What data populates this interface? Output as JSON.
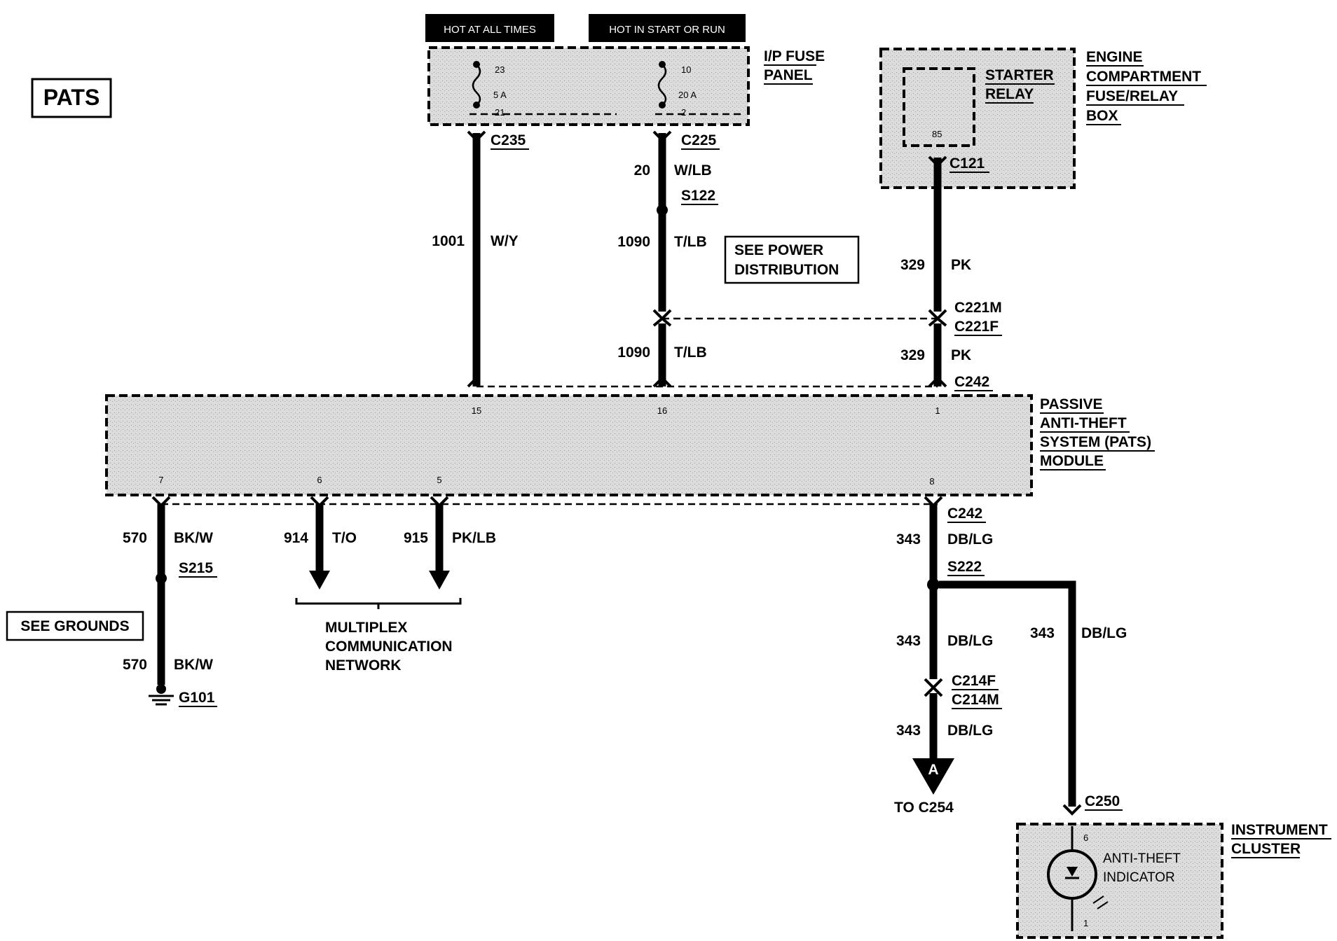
{
  "title_box": "PATS",
  "banners": {
    "hot_at_all_times": "HOT AT ALL TIMES",
    "hot_in_start_or_run": "HOT IN START OR RUN"
  },
  "ip_fuse_panel": {
    "label_line1": "I/P FUSE",
    "label_line2": "PANEL",
    "fuse_a": {
      "top": "23",
      "rating": "5 A",
      "bottom": "21"
    },
    "fuse_b": {
      "top": "10",
      "rating": "20 A",
      "bottom": "2"
    }
  },
  "engine_box": {
    "label_lines": [
      "ENGINE",
      "COMPARTMENT",
      "FUSE/RELAY",
      "BOX"
    ],
    "relay_lines": [
      "STARTER",
      "RELAY"
    ],
    "relay_pin": "85"
  },
  "connectors": {
    "c235": "C235",
    "c225": "C225",
    "s122": "S122",
    "c121": "C121",
    "c221m": "C221M",
    "c221f": "C221F",
    "c242_top": "C242",
    "c242_bottom": "C242",
    "s215": "S215",
    "g101": "G101",
    "s222": "S222",
    "c214f": "C214F",
    "c214m": "C214M",
    "c250": "C250"
  },
  "wires": {
    "w1001": {
      "num": "1001",
      "color": "W/Y"
    },
    "w20": {
      "num": "20",
      "color": "W/LB"
    },
    "w1090a": {
      "num": "1090",
      "color": "T/LB"
    },
    "w1090b": {
      "num": "1090",
      "color": "T/LB"
    },
    "w329a": {
      "num": "329",
      "color": "PK"
    },
    "w329b": {
      "num": "329",
      "color": "PK"
    },
    "w570a": {
      "num": "570",
      "color": "BK/W"
    },
    "w570b": {
      "num": "570",
      "color": "BK/W"
    },
    "w914": {
      "num": "914",
      "color": "T/O"
    },
    "w915": {
      "num": "915",
      "color": "PK/LB"
    },
    "w343a": {
      "num": "343",
      "color": "DB/LG"
    },
    "w343b": {
      "num": "343",
      "color": "DB/LG"
    },
    "w343c": {
      "num": "343",
      "color": "DB/LG"
    },
    "w343d": {
      "num": "343",
      "color": "DB/LG"
    }
  },
  "see_power_distribution": [
    "SEE POWER",
    "DISTRIBUTION"
  ],
  "see_grounds": "SEE GROUNDS",
  "module": {
    "label_lines": [
      "PASSIVE",
      "ANTI-THEFT",
      "SYSTEM (PATS)",
      "MODULE"
    ],
    "pins": {
      "p15": "15",
      "p16": "16",
      "p1": "1",
      "p7": "7",
      "p6": "6",
      "p5": "5",
      "p8": "8"
    }
  },
  "multiplex": [
    "MULTIPLEX",
    "COMMUNICATION",
    "NETWORK"
  ],
  "arrow_a": {
    "letter": "A",
    "dest": "TO C254"
  },
  "cluster": {
    "label_lines": [
      "INSTRUMENT",
      "CLUSTER"
    ],
    "indicator_lines": [
      "ANTI-THEFT",
      "INDICATOR"
    ],
    "pin_top": "6",
    "pin_bottom": "1"
  }
}
